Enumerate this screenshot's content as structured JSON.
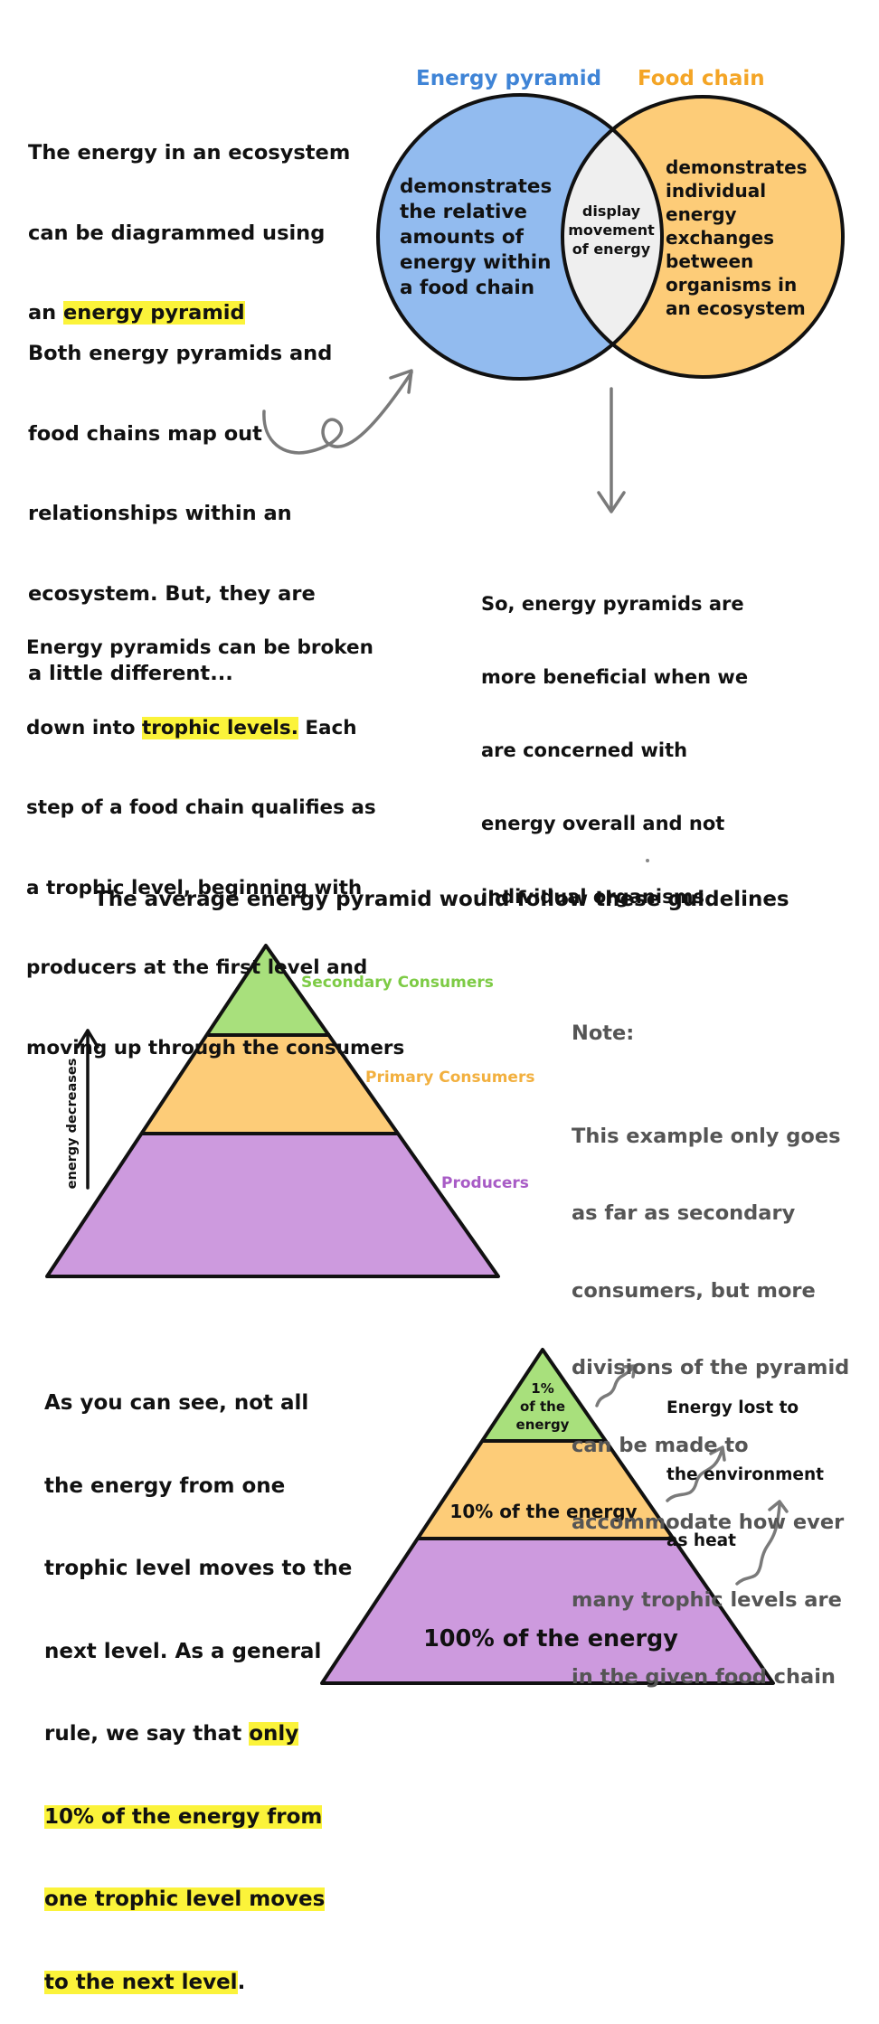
{
  "venn": {
    "left_title": "Energy pyramid",
    "right_title": "Food chain",
    "left_lines": [
      "demonstrates",
      "the relative",
      "amounts of",
      "energy within",
      "a food chain"
    ],
    "middle_lines": [
      "display",
      "movement",
      "of energy"
    ],
    "right_lines": [
      "demonstrates",
      "individual",
      "energy",
      "exchanges",
      "between",
      "organisms in",
      "an ecosystem"
    ],
    "colors": {
      "left": "#92bbef",
      "right": "#fdcc78",
      "overlap": "#efefef",
      "left_title": "#3f84d6",
      "right_title": "#f4a526"
    }
  },
  "intro": {
    "lines": [
      "The energy in an ecosystem",
      "can be diagrammed using"
    ],
    "last_plain": "an ",
    "last_highlight": "energy pyramid"
  },
  "compare": {
    "lines": [
      "Both energy pyramids and",
      "food chains map out",
      "relationships within an",
      "ecosystem. But, they are",
      "a little different..."
    ]
  },
  "conclusion": {
    "lines": [
      "So, energy pyramids are",
      "more beneficial when we",
      "are concerned with",
      "energy overall and not",
      "individual organisms"
    ]
  },
  "trophic": {
    "line1": "Energy pyramids can be broken",
    "line2_plain": "down into ",
    "line2_highlight": "trophic levels.",
    "line2_rest": " Each",
    "lines_rest": [
      "step of a food chain qualifies as",
      "a trophic level, beginning with",
      "producers at the first level and",
      "moving up through the consumers"
    ]
  },
  "pyramid1": {
    "title": "The average energy pyramid would follow these guidelines",
    "labels": [
      "Secondary Consumers",
      "Primary Consumers",
      "Producers"
    ],
    "arrow_label": "energy decreases",
    "colors": {
      "top": "#a8e07c",
      "middle": "#fdcc78",
      "bottom": "#cd9ade",
      "label_top": "#7dcb45",
      "label_middle": "#f2b03f",
      "label_bottom": "#a85cc6"
    }
  },
  "note": {
    "heading": "Note:",
    "lines": [
      "This example only goes",
      "as far as secondary",
      "consumers, but more",
      "divisions of the pyramid",
      "can be made to",
      "accommodate how ever",
      "many trophic levels are",
      "in the given food chain"
    ]
  },
  "rule": {
    "plain_lines": [
      "As you can see, not all",
      "the energy from one",
      "trophic level moves to the",
      "next level. As a general"
    ],
    "line5_plain": "rule, we say that ",
    "line5_highlight": "only",
    "highlight_lines": [
      "10% of the energy from",
      "one trophic level moves",
      "to the next level"
    ],
    "end": "."
  },
  "pyramid2": {
    "top_lines": [
      "1%",
      "of the",
      "energy"
    ],
    "middle": "10% of the energy",
    "bottom": "100% of the energy",
    "heat_lines": [
      "Energy lost to",
      "the environment",
      "as heat"
    ]
  }
}
